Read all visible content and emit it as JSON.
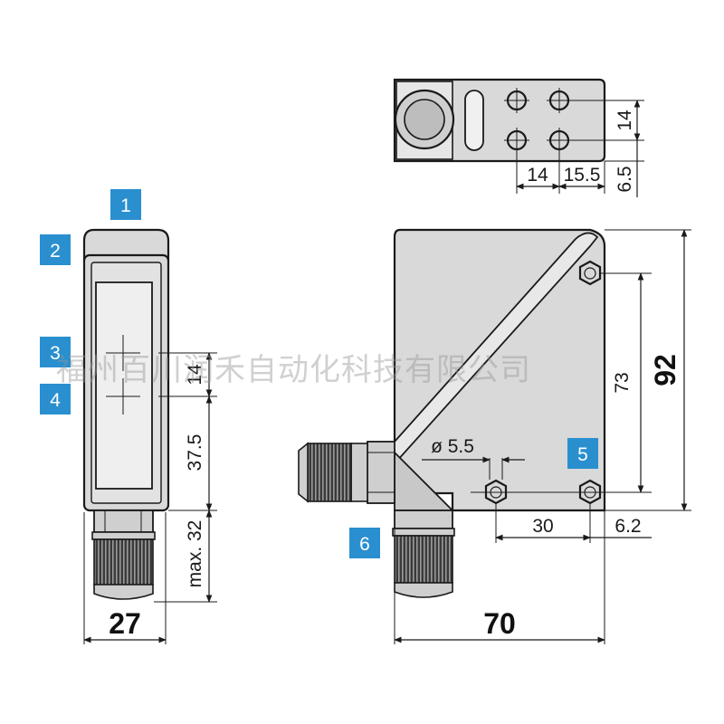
{
  "colors": {
    "badge": "#2a8fcf",
    "housing": "#d9d9d9",
    "outline": "#1a1a1a"
  },
  "callouts": [
    "1",
    "2",
    "3",
    "4",
    "5",
    "6"
  ],
  "dimensions": {
    "hole_spacing_v": "14",
    "hole_spacing_h1": "14",
    "hole_spacing_h2": "15.5",
    "hole_offset": "6.5",
    "front_14": "14",
    "front_375": "37.5",
    "front_max32": "max. 32",
    "width_27": "27",
    "hole_dia": "ø 5.5",
    "side_73": "73",
    "height_92": "92",
    "side_30": "30",
    "side_62": "6.2",
    "length_70": "70"
  },
  "watermark": "福州百川润禾自动化科技有限公司"
}
